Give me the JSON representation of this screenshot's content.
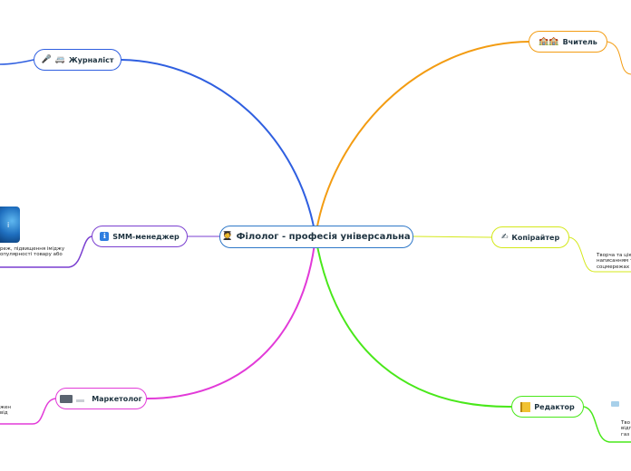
{
  "center": {
    "label": "Філолог - професія універсальна",
    "icon": "student-icon"
  },
  "branches": [
    {
      "id": "journalist",
      "label": "Журналіст",
      "icons": [
        "microphone-icon",
        "van-icon"
      ],
      "color": "#2f5fe0"
    },
    {
      "id": "teacher",
      "label": "Вчитель",
      "icons": [
        "school-icon",
        "school-icon"
      ],
      "color": "#f39c12"
    },
    {
      "id": "smm",
      "label": "SMM-менеджер",
      "icons": [
        "info-icon"
      ],
      "color": "#7a3fd0"
    },
    {
      "id": "copywriter",
      "label": "Копірайтер",
      "icons": [
        "writing-hand-icon"
      ],
      "color": "#d4e81a"
    },
    {
      "id": "marketer",
      "label": "Маркетолог",
      "icons": [
        "computer-icon"
      ],
      "color": "#e23ad8"
    },
    {
      "id": "editor",
      "label": "Редактор",
      "icons": [
        "notebook-icon"
      ],
      "color": "#49e81a"
    }
  ],
  "notes": {
    "smm": "реж, підвищення іміджу\nопулярності товару або",
    "copywriter": "Творча та ціка\nнаписанням т\nсоцмережах",
    "marketer": "жен\nвід",
    "editor": "Тво\nвідп\nгаз"
  },
  "icon_glyphs": {
    "student-icon": "🧑‍🎓",
    "microphone-icon": "🎤",
    "van-icon": "🚐",
    "school-icon": "🏫",
    "info-icon": "ℹ",
    "writing-hand-icon": "✍",
    "computer-icon": "🖥",
    "notebook-icon": "📒"
  }
}
